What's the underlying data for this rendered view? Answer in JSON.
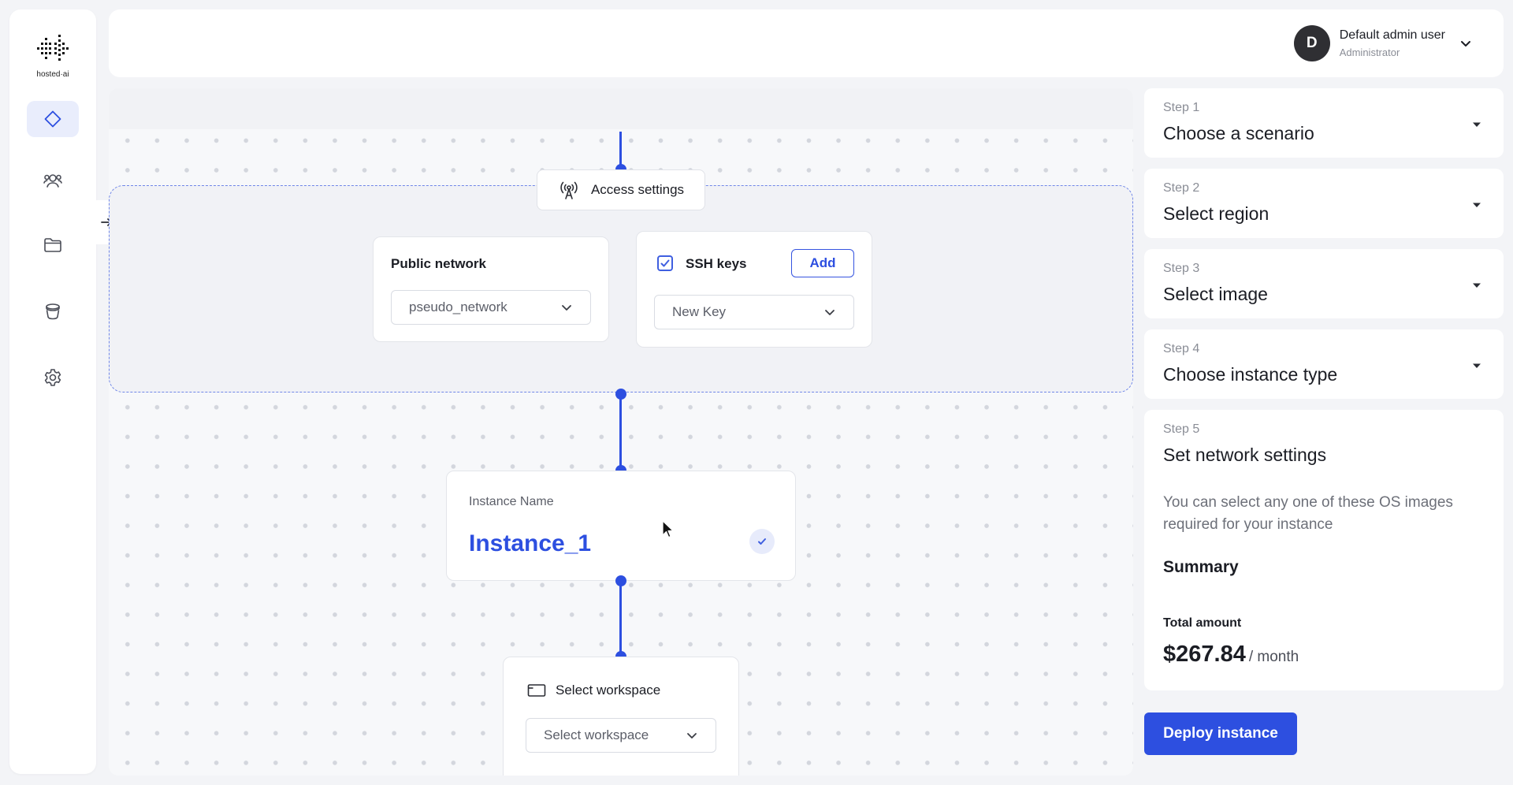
{
  "brand": {
    "logo_text": "hosted·ai",
    "accent": "#2d4fe0"
  },
  "sidebar": {
    "items": [
      {
        "icon": "diamond-icon",
        "active": true
      },
      {
        "icon": "users-icon",
        "active": false
      },
      {
        "icon": "folder-icon",
        "active": false
      },
      {
        "icon": "bucket-icon",
        "active": false
      },
      {
        "icon": "gear-icon",
        "active": false
      }
    ]
  },
  "header": {
    "user": {
      "initial": "D",
      "name": "Default admin user",
      "role": "Administrator"
    }
  },
  "canvas": {
    "access_settings": {
      "label": "Access settings",
      "icon": "antenna-icon"
    },
    "public_network": {
      "title": "Public network",
      "selected": "pseudo_network"
    },
    "ssh_keys": {
      "title": "SSH keys",
      "add_label": "Add",
      "selected": "New Key",
      "checked": true
    },
    "instance": {
      "label": "Instance Name",
      "value": "Instance_1"
    },
    "workspace": {
      "title": "Select workspace",
      "placeholder": "Select workspace",
      "icon": "card-icon"
    }
  },
  "steps": [
    {
      "num": "Step 1",
      "title": "Choose a scenario"
    },
    {
      "num": "Step 2",
      "title": "Select region"
    },
    {
      "num": "Step 3",
      "title": "Select image"
    },
    {
      "num": "Step 4",
      "title": "Choose instance type"
    },
    {
      "num": "Step 5",
      "title": "Set network settings",
      "description": "You can select any one of these OS images required for your instance"
    }
  ],
  "summary": {
    "title": "Summary",
    "total_label": "Total amount",
    "amount": "$267.84",
    "period": "/ month"
  },
  "deploy_label": "Deploy instance"
}
